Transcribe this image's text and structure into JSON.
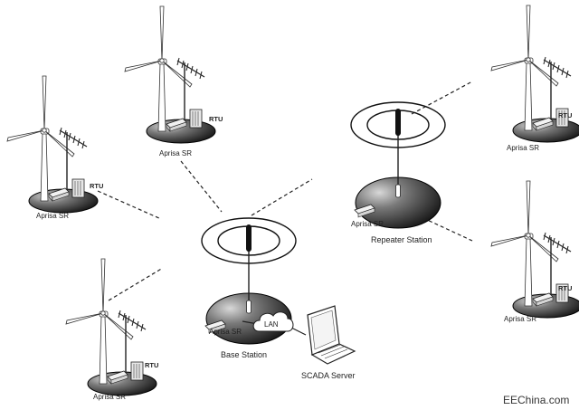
{
  "labels": {
    "device": "Aprisa SR",
    "rtu": "RTU",
    "lan": "LAN",
    "base_station": "Base Station",
    "repeater_station": "Repeater Station",
    "scada_server": "SCADA Server",
    "watermark": "EEChina.com"
  },
  "colors": {
    "platform_dark": "#111111",
    "platform_grad": "#8a8a8a",
    "line": "#222222"
  },
  "icons": {
    "turbine": "wind-turbine-icon",
    "antenna": "yagi-antenna-icon",
    "radio": "radio-unit-icon",
    "rtu": "rtu-cabinet-icon",
    "laptop": "laptop-icon",
    "cloud": "lan-cloud-icon",
    "omni": "omni-antenna-icon"
  }
}
